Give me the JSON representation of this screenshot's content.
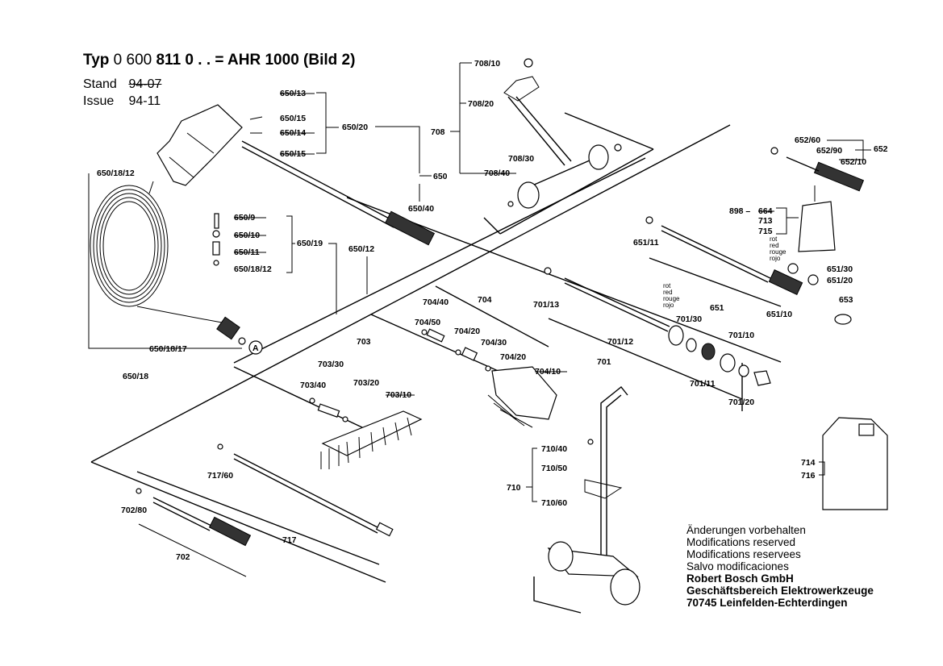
{
  "header": {
    "title_prefix": "Typ",
    "title_number_light": "0 600",
    "title_number_bold": "811",
    "title_suffix": "0 . . = AHR 1000 (Bild 2)",
    "stand_label": "Stand",
    "stand_value": "94-07",
    "issue_label": "Issue",
    "issue_value": "94-11"
  },
  "parts": {
    "p650_13": "650/13",
    "p650_15": "650/15",
    "p650_14": "650/14",
    "p650_16": "650/15",
    "p650_20": "650/20",
    "p650": "650",
    "p650_40": "650/40",
    "p650_18_12a": "650/18/12",
    "p650_9": "650/9",
    "p650_10": "650/10",
    "p650_11": "650/11",
    "p650_18_12b": "650/18/12",
    "p650_19": "650/19",
    "p650_12": "650/12",
    "p650_18_17": "650/18/17",
    "p650_18": "650/18",
    "pA": "A",
    "p708_10": "708/10",
    "p708_20": "708/20",
    "p708": "708",
    "p708_30": "708/30",
    "p708_40": "708/40",
    "p652_60": "652/60",
    "p652_90": "652/90",
    "p652": "652",
    "p652_10": "652/10",
    "p898": "898 –",
    "p664": "664",
    "p713": "713",
    "p715": "715",
    "p651_11": "651/11",
    "p651_30": "651/30",
    "p651_20": "651/20",
    "p651": "651",
    "p651_10": "651/10",
    "p653": "653",
    "p701_13": "701/13",
    "p701_30": "701/30",
    "p701_10": "701/10",
    "p701_12": "701/12",
    "p701": "701",
    "p701_11": "701/11",
    "p701_20": "701/20",
    "p704_40": "704/40",
    "p704": "704",
    "p704_50": "704/50",
    "p704_20a": "704/20",
    "p704_30": "704/30",
    "p704_20b": "704/20",
    "p704_10": "704/10",
    "p703": "703",
    "p703_30": "703/30",
    "p703_40": "703/40",
    "p703_20": "703/20",
    "p703_10": "703/10",
    "p717_60": "717/60",
    "p717": "717",
    "p702_80": "702/80",
    "p702": "702",
    "p710_40": "710/40",
    "p710_50": "710/50",
    "p710": "710",
    "p710_60": "710/60",
    "p714": "714",
    "p716": "716",
    "color_note_1": [
      "rot",
      "red",
      "rouge",
      "rojo"
    ],
    "color_note_2": [
      "rot",
      "red",
      "rouge",
      "rojo"
    ]
  },
  "footer": {
    "line1": "Änderungen vorbehalten",
    "line2": "Modifications reserved",
    "line3": "Modifications reservees",
    "line4": "Salvo modificaciones",
    "line5": "Robert Bosch GmbH",
    "line6": "Geschäftsbereich Elektrowerkzeuge",
    "line7": "70745 Leinfelden-Echterdingen"
  }
}
